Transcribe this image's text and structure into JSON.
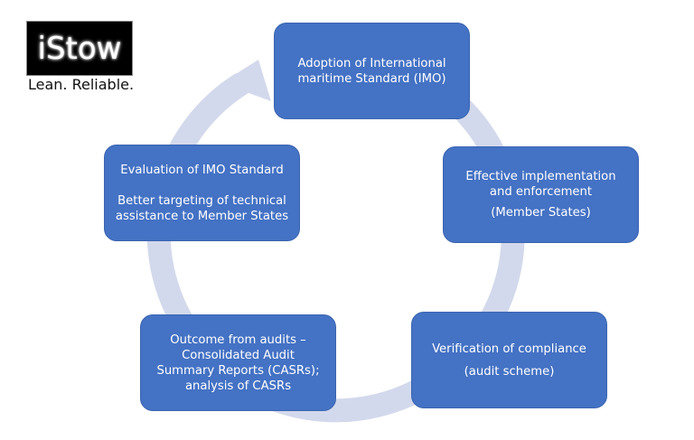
{
  "logo": {
    "text": "iStow",
    "tagline": "Lean. Reliable."
  },
  "colors": {
    "box": "#4472C4",
    "ring": "#D3D9EC"
  },
  "steps": [
    {
      "lines": [
        "Adoption of International maritime Standard (IMO)"
      ]
    },
    {
      "lines": [
        "Effective implementation and enforcement",
        "(Member States)"
      ]
    },
    {
      "lines": [
        "Verification of compliance",
        "(audit scheme)"
      ]
    },
    {
      "lines": [
        "Outcome from audits – Consolidated Audit Summary Reports (CASRs); analysis of CASRs"
      ]
    },
    {
      "lines": [
        "Evaluation of IMO Standard",
        "Better targeting of technical assistance to Member States"
      ]
    }
  ]
}
